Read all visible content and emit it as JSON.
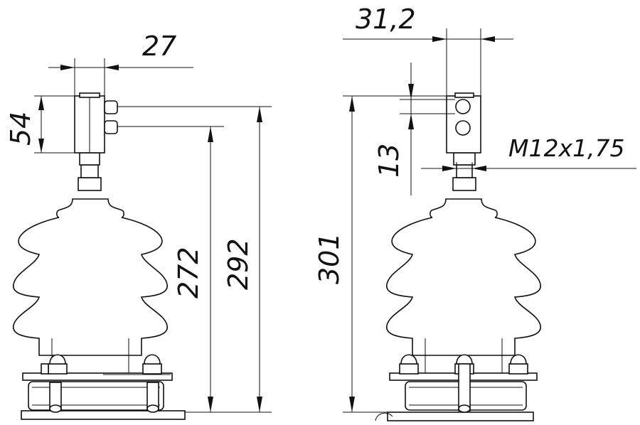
{
  "dimensions": {
    "left_view": {
      "width_top": "27",
      "height_clamp": "54",
      "height_lower": "272",
      "height_total": "292"
    },
    "right_view": {
      "width_top": "31,2",
      "height_total": "301",
      "height_bolt": "13",
      "thread": "M12x1,75"
    }
  }
}
